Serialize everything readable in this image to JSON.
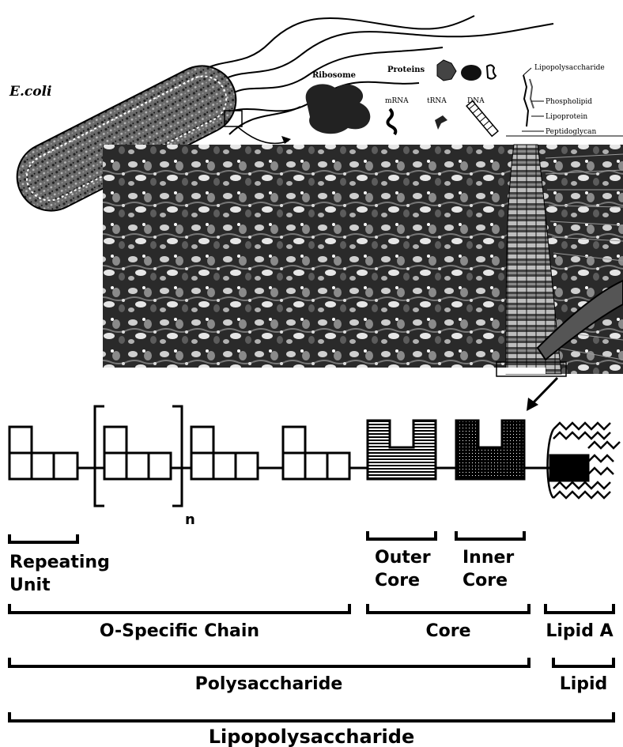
{
  "top_panel": {
    "organism_label": "E.coli",
    "ribosome_label": "Ribosome",
    "proteins_label": "Proteins",
    "mrna_label": "mRNA",
    "trna_label": "tRNA",
    "dna_label": "DNA",
    "membrane_labels": {
      "lipopolysaccharide": "Lipopolysaccharide",
      "phospholipid": "Phospholipid",
      "lipoprotein": "Lipoprotein",
      "peptidoglycan": "Peptidoglycan"
    }
  },
  "diagram": {
    "repeat_subscript": "n",
    "labels": {
      "repeating_unit_line1": "Repeating",
      "repeating_unit_line2": "Unit",
      "outer_core_line1": "Outer",
      "outer_core_line2": "Core",
      "inner_core_line1": "Inner",
      "inner_core_line2": "Core",
      "o_specific_chain": "O-Specific Chain",
      "core": "Core",
      "lipid_a": "Lipid A",
      "polysaccharide": "Polysaccharide",
      "lipid": "Lipid",
      "lipopolysaccharide": "Lipopolysaccharide"
    }
  }
}
